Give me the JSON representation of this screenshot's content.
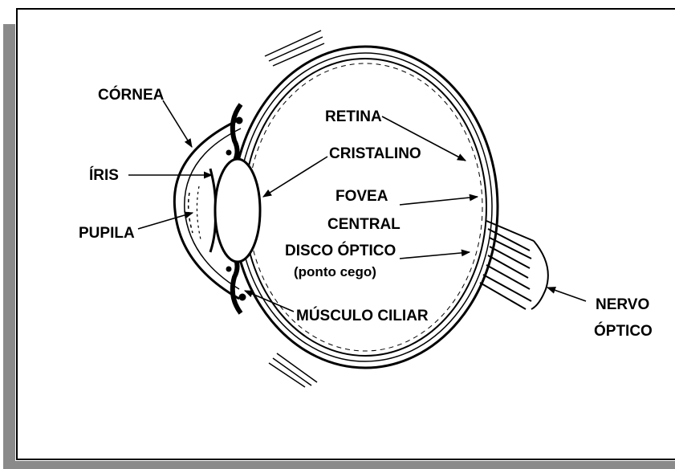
{
  "labels": {
    "cornea": "CÓRNEA",
    "iris": "ÍRIS",
    "pupila": "PUPILA",
    "retina": "RETINA",
    "cristalino": "CRISTALINO",
    "fovea_line1": "FOVEA",
    "fovea_line2": "CENTRAL",
    "disco_line1": "DISCO ÓPTICO",
    "disco_line2": "(ponto cego)",
    "musculo": "MÚSCULO CILIAR",
    "nervo_line1": "NERVO",
    "nervo_line2": "ÓPTICO"
  }
}
